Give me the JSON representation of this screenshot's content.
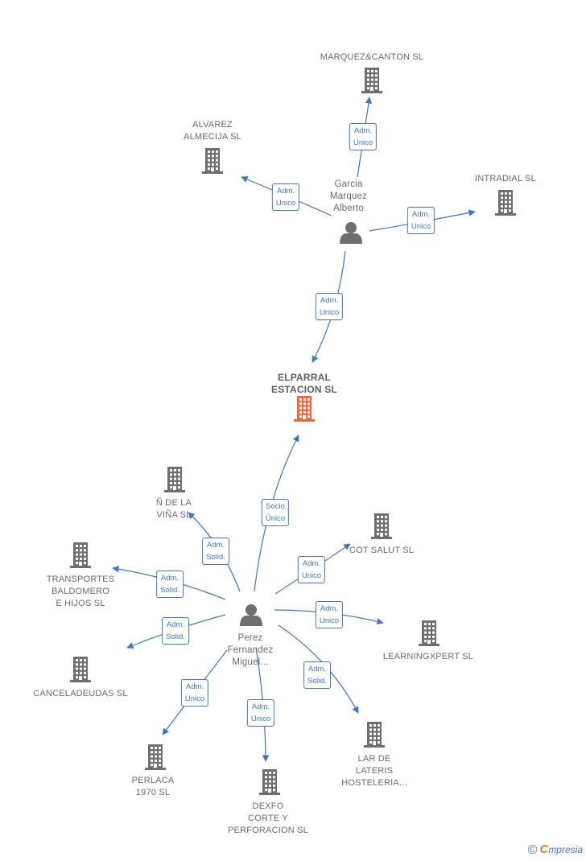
{
  "colors": {
    "edge": "#3a78c9",
    "company": "#6f6f6f",
    "main_company": "#ee6a3a",
    "person": "#6f6f6f"
  },
  "nodes": [
    {
      "id": "main",
      "kind": "company-main",
      "label": "ELPARRAL\nESTACION SL"
    },
    {
      "id": "marquez_canton",
      "kind": "company",
      "label": "MARQUEZ&CANTON SL"
    },
    {
      "id": "alvarez",
      "kind": "company",
      "label": "ALVAREZ\nALMECIJA SL"
    },
    {
      "id": "intradial",
      "kind": "company",
      "label": "INTRADIAL SL"
    },
    {
      "id": "garcia",
      "kind": "person",
      "label": "Garcia\nMarquez\nAlberto"
    },
    {
      "id": "perez",
      "kind": "person",
      "label": "Perez\nFernandez\nMiguel..."
    },
    {
      "id": "vina",
      "kind": "company",
      "label": "Ñ DE LA\nVIÑA SL"
    },
    {
      "id": "transportes",
      "kind": "company",
      "label": "TRANSPORTES\nBALDOMERO\nE HIJOS SL"
    },
    {
      "id": "cot_salut",
      "kind": "company",
      "label": "COT SALUT SL"
    },
    {
      "id": "learningxpert",
      "kind": "company",
      "label": "LEARNINGXPERT SL"
    },
    {
      "id": "canceladeudas",
      "kind": "company",
      "label": "CANCELADEUDAS SL"
    },
    {
      "id": "perlaca",
      "kind": "company",
      "label": "PERLACA\n1970 SL"
    },
    {
      "id": "dexfo",
      "kind": "company",
      "label": "DEXFO\nCORTE Y\nPERFORACION SL"
    },
    {
      "id": "lar",
      "kind": "company",
      "label": "LAR DE\nLATERIS\nHOSTELERIA..."
    }
  ],
  "edges": [
    {
      "from": "garcia",
      "to": "marquez_canton",
      "label": "Adm.\nUnico"
    },
    {
      "from": "garcia",
      "to": "alvarez",
      "label": "Adm.\nUnico"
    },
    {
      "from": "garcia",
      "to": "intradial",
      "label": "Adm.\nUnico"
    },
    {
      "from": "garcia",
      "to": "main",
      "label": "Adm.\nUnico"
    },
    {
      "from": "perez",
      "to": "main",
      "label": "Socio\nÚnico"
    },
    {
      "from": "perez",
      "to": "vina",
      "label": "Adm.\nSolid."
    },
    {
      "from": "perez",
      "to": "transportes",
      "label": "Adm.\nSolid."
    },
    {
      "from": "perez",
      "to": "cot_salut",
      "label": "Adm.\nUnico"
    },
    {
      "from": "perez",
      "to": "learningxpert",
      "label": "Adm.\nUnico"
    },
    {
      "from": "perez",
      "to": "canceladeudas",
      "label": "Adm.\nSolid."
    },
    {
      "from": "perez",
      "to": "lar",
      "label": "Adm.\nSolid."
    },
    {
      "from": "perez",
      "to": "perlaca",
      "label": "Adm.\nUnico"
    },
    {
      "from": "perez",
      "to": "dexfo",
      "label": "Adm.\nUnico"
    }
  ],
  "footer": {
    "copyright_symbol": "©",
    "brand_initial": "C",
    "brand_rest": "mpresia"
  }
}
